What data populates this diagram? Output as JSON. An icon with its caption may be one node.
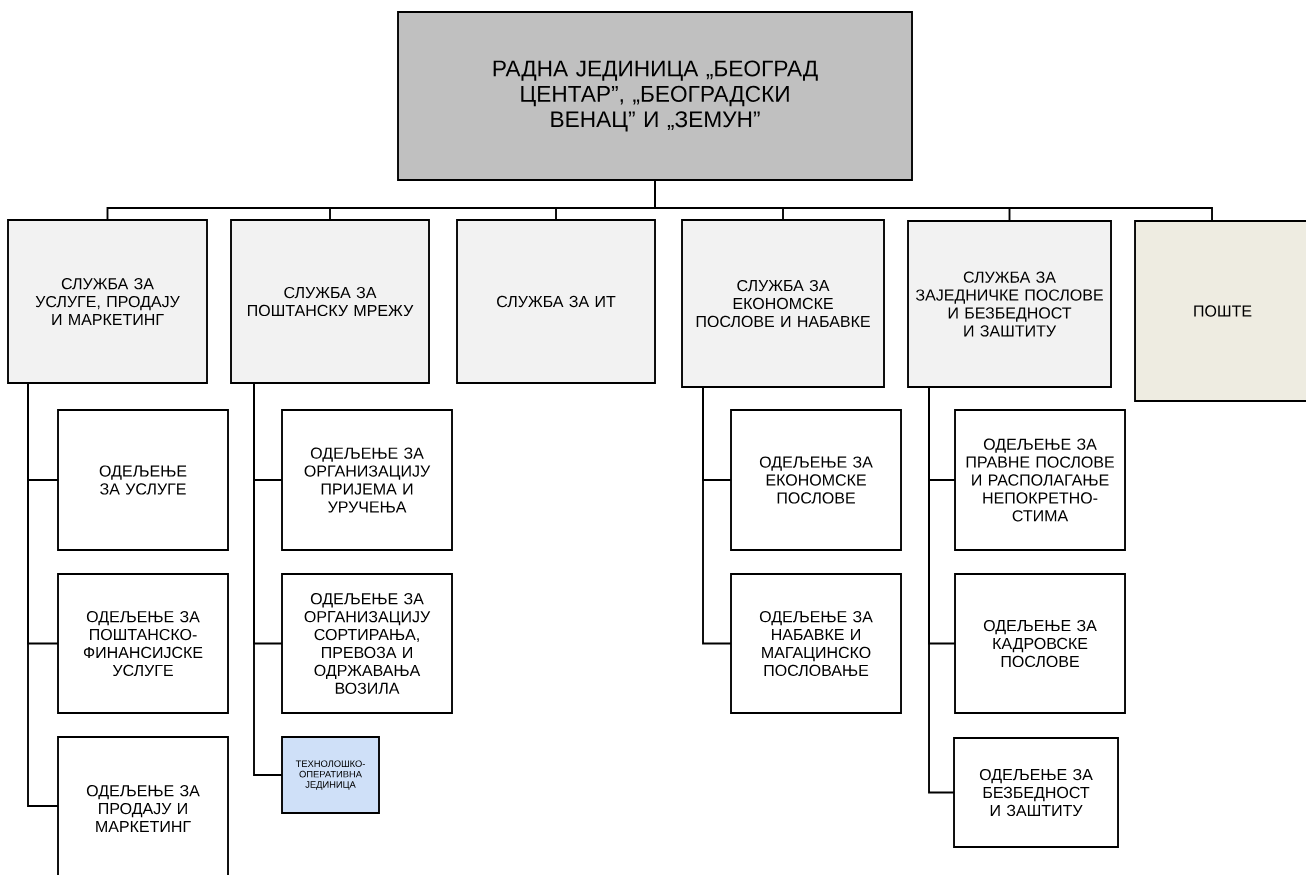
{
  "diagram": {
    "nodes": [
      {
        "text": [
          "РАДНА ЈЕДИНИЦА „БЕОГРАД ЦЕНТАР”, „БЕОГРАДСКИ ВЕНАЦ” И „ЗЕМУН”"
        ]
      },
      {
        "text": [
          "СЛУЖБА ЗА УСЛУГЕ, ПРОДАЈУ И МАРКЕТИНГ"
        ]
      },
      {
        "text": [
          "СЛУЖБА ЗА ПОШТАНСКУ МРЕЖУ"
        ]
      },
      {
        "text": [
          "СЛУЖБА ЗА ИТ"
        ]
      },
      {
        "text": [
          "СЛУЖБА ЗА ЕКОНОМСКЕ ПОСЛОВЕ И НАБАВКЕ"
        ]
      },
      {
        "text": [
          "СЛУЖБА ЗА ЗАЈЕДНИЧКЕ ПОСЛОВЕ И БЕЗБЕДНОСТ И ЗАШТИТУ"
        ]
      },
      {
        "text": [
          "ПОШТЕ"
        ]
      },
      {
        "text": [
          "ОДЕЉЕЊЕ ЗА УСЛУГЕ"
        ]
      },
      {
        "text": [
          "ОДЕЉЕЊЕ ЗА ПОШТАНСКО-ФИНАНСИЈСКЕ УСЛУГЕ"
        ]
      },
      {
        "text": [
          "ОДЕЉЕЊЕ ЗА ПРОДАЈУ И МАРКЕТИНГ"
        ]
      },
      {
        "text": [
          "ОДЕЉЕЊЕ ЗА ОРГАНИЗАЦИЈУ ПРИЈЕМА И УРУЧЕЊА"
        ]
      },
      {
        "text": [
          "ОДЕЉЕЊЕ ЗА ОРГАНИЗАЦИЈУ СОРТИРАЊА, ПРЕВОЗА И ОДРЖАВАЊА ВОЗИЛА"
        ]
      },
      {
        "text": [
          "ТЕХНОЛОШКО-ОПЕРАТИВНА ЈЕДИНИЦА"
        ]
      },
      {
        "text": [
          "ОДЕЉЕЊЕ ЗА ЕКОНОМСКЕ ПОСЛОВЕ"
        ]
      },
      {
        "text": [
          "ОДЕЉЕЊЕ ЗА НАБАВКЕ И МАГАЦИНСКО ПОСЛОВАЊЕ"
        ]
      },
      {
        "text": [
          "ОДЕЉЕЊЕ ЗА ПРАВНЕ ПОСЛОВЕ И РАСПОЛАГАЊЕ НЕПОКРЕТНО-СТИМА"
        ]
      },
      {
        "text": [
          "ОДЕЉЕЊЕ ЗА КАДРОВСКЕ ПОСЛОВЕ"
        ]
      },
      {
        "text": [
          "ОДЕЉЕЊЕ ЗА БЕЗБЕДНОСТ И ЗАШТИТУ"
        ]
      }
    ],
    "edges": [
      {
        "from": 0,
        "to": 1,
        "arrow": "none"
      },
      {
        "from": 0,
        "to": 2,
        "arrow": "none"
      },
      {
        "from": 0,
        "to": 3,
        "arrow": "none"
      },
      {
        "from": 0,
        "to": 4,
        "arrow": "none"
      },
      {
        "from": 0,
        "to": 5,
        "arrow": "none"
      },
      {
        "from": 0,
        "to": 6,
        "arrow": "none"
      },
      {
        "from": 1,
        "to": 7,
        "arrow": "none"
      },
      {
        "from": 1,
        "to": 8,
        "arrow": "none"
      },
      {
        "from": 1,
        "to": 9,
        "arrow": "none"
      },
      {
        "from": 2,
        "to": 10,
        "arrow": "none"
      },
      {
        "from": 2,
        "to": 11,
        "arrow": "none"
      },
      {
        "from": 2,
        "to": 12,
        "arrow": "none"
      },
      {
        "from": 4,
        "to": 13,
        "arrow": "none"
      },
      {
        "from": 4,
        "to": 14,
        "arrow": "none"
      },
      {
        "from": 5,
        "to": 15,
        "arrow": "none"
      },
      {
        "from": 5,
        "to": 16,
        "arrow": "none"
      },
      {
        "from": 5,
        "to": 17,
        "arrow": "none"
      }
    ]
  }
}
